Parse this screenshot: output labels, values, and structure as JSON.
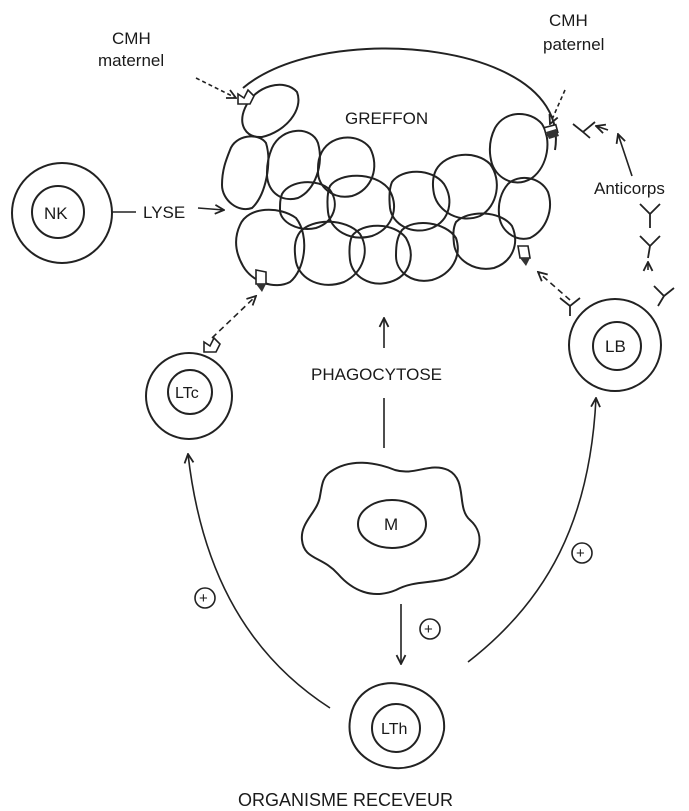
{
  "labels": {
    "cmh_maternel_line1": "CMH",
    "cmh_maternel_line2": "maternel",
    "cmh_paternel_line1": "CMH",
    "cmh_paternel_line2": "paternel",
    "greffon": "GREFFON",
    "lyse": "LYSE",
    "anticorps": "Anticorps",
    "phagocytose": "PHAGOCYTOSE",
    "organisme_receveur": "ORGANISME RECEVEUR"
  },
  "cells": {
    "nk": "NK",
    "ltc": "LTc",
    "lb": "LB",
    "m": "M",
    "lth": "LTh"
  },
  "stimulation_symbol": "+"
}
